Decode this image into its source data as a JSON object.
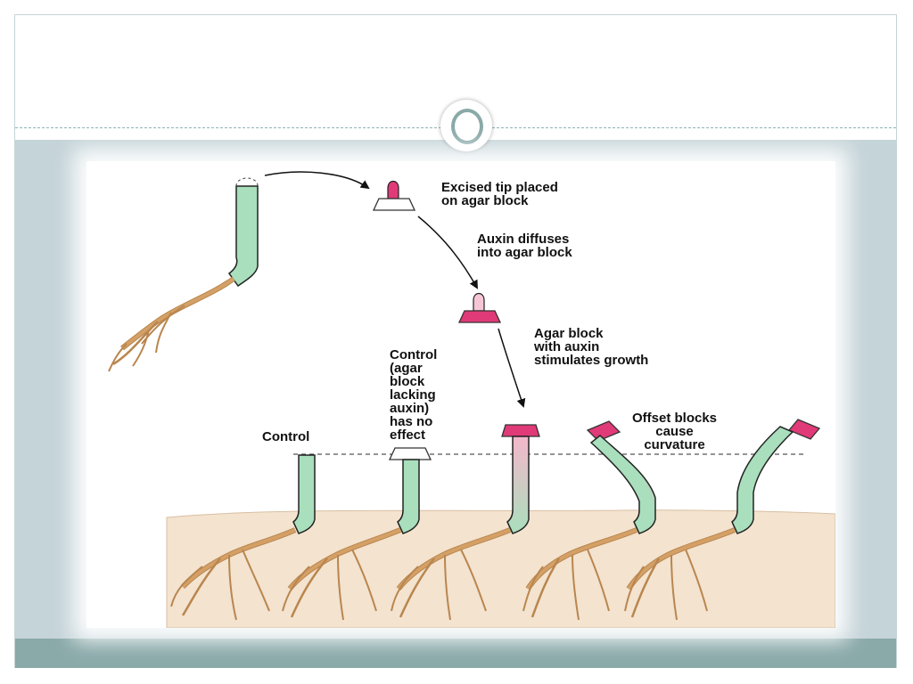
{
  "figure": {
    "labels": {
      "excised_tip": "Excised tip placed\non agar block",
      "auxin_diffuses": "Auxin diffuses\ninto agar block",
      "agar_with_auxin": "Agar block\nwith auxin\nstimulates growth",
      "control_no_effect": "Control\n(agar\nblock\nlacking\nauxin)\nhas no\neffect",
      "control": "Control",
      "offset_blocks": "Offset blocks\ncause\ncurvature"
    }
  },
  "colors": {
    "slide_background": "#c5d4d9",
    "footer_bar": "#8aa9a9",
    "coleoptile_green": "#a9dfbc",
    "agar_auxin_pink": "#e03a78",
    "agar_plain": "#ffffff",
    "root_tan": "#d4a066",
    "soil": "#f3e3cf"
  }
}
